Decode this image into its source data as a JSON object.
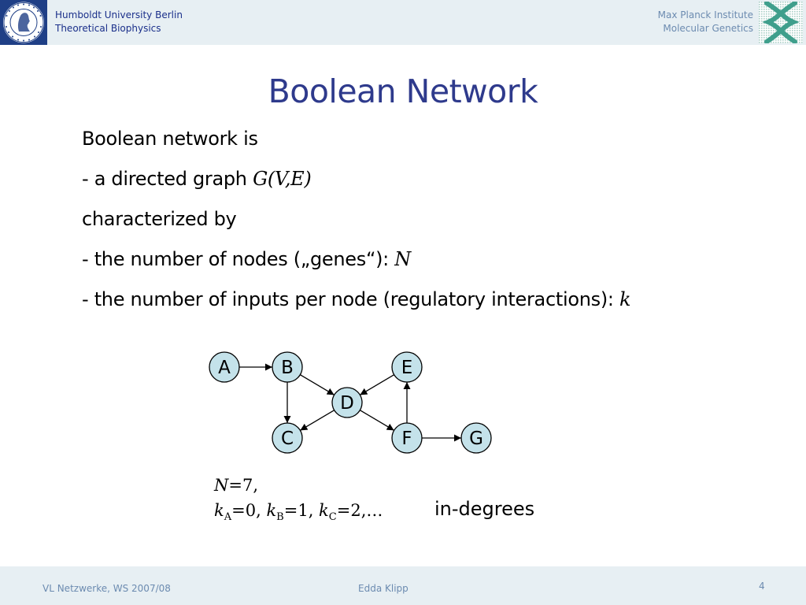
{
  "header": {
    "left_line1": "Humboldt University Berlin",
    "left_line2": "Theoretical Biophysics",
    "right_line1": "Max Planck Institute",
    "right_line2": "Molecular Genetics"
  },
  "slide": {
    "title": "Boolean Network",
    "lines": [
      {
        "text": "Boolean network is"
      },
      {
        "text": "- a directed graph ",
        "math": "G(V,E)"
      },
      {
        "text": "characterized by"
      },
      {
        "text": "- the number of nodes („genes“): ",
        "math": "N"
      },
      {
        "text": "- the number of inputs per node (regulatory interactions): ",
        "math": "k"
      }
    ]
  },
  "graph": {
    "nodes": [
      {
        "id": "A",
        "label": "A"
      },
      {
        "id": "B",
        "label": "B"
      },
      {
        "id": "C",
        "label": "C"
      },
      {
        "id": "D",
        "label": "D"
      },
      {
        "id": "E",
        "label": "E"
      },
      {
        "id": "F",
        "label": "F"
      },
      {
        "id": "G",
        "label": "G"
      }
    ],
    "edges": [
      {
        "from": "A",
        "to": "B"
      },
      {
        "from": "B",
        "to": "D"
      },
      {
        "from": "B",
        "to": "C"
      },
      {
        "from": "E",
        "to": "D"
      },
      {
        "from": "D",
        "to": "C"
      },
      {
        "from": "D",
        "to": "F"
      },
      {
        "from": "F",
        "to": "E"
      },
      {
        "from": "F",
        "to": "G"
      }
    ],
    "node_fill": "#c4e2ea",
    "node_stroke": "#000000"
  },
  "formula": {
    "n_var": "N",
    "n_val": "=7,",
    "k": "k",
    "sub_a": "A",
    "val_a": "=0, ",
    "sub_b": "B",
    "val_b": "=1, ",
    "sub_c": "C",
    "val_c": "=2,…"
  },
  "indegrees_label": "in-degrees",
  "footer": {
    "left": "VL Netzwerke, WS 2007/08",
    "center": "Edda Klipp",
    "page": "4"
  },
  "colors": {
    "title": "#2e3a8c",
    "header_bg": "#e7eff3",
    "hu_blue": "#1f3f86",
    "mpi_text": "#6c8bb0",
    "mpi_green": "#3f9f8c"
  }
}
